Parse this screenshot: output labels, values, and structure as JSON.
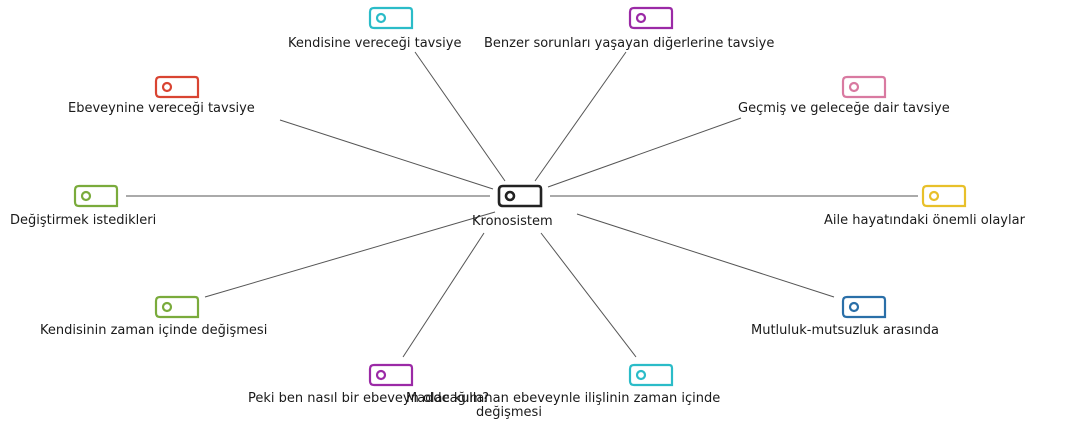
{
  "center": {
    "label": "Kronosistem",
    "color": "#222222"
  },
  "nodes": [
    {
      "id": "kendisine",
      "label": "Kendisine vereceği tavsiye",
      "color": "#2bbcc8"
    },
    {
      "id": "benzer",
      "label": "Benzer sorunları yaşayan diğerlerine tavsiye",
      "color": "#9b2aa6"
    },
    {
      "id": "ebeveynine",
      "label": "Ebeveynine vereceği tavsiye",
      "color": "#d94432"
    },
    {
      "id": "gecmis",
      "label": "Geçmiş ve geleceğe dair  tavsiye",
      "color": "#d97aa1"
    },
    {
      "id": "degistirmek",
      "label": "Değiştirmek istedikleri",
      "color": "#7aab3c"
    },
    {
      "id": "aile",
      "label": "Aile hayatındaki önemli olaylar",
      "color": "#e8c02a"
    },
    {
      "id": "kendisinin",
      "label": "Kendisinin zaman içinde değişmesi",
      "color": "#7aab3c"
    },
    {
      "id": "mutluluk",
      "label": "Mutluluk-mutsuzluk arasında",
      "color": "#2a6fa8"
    },
    {
      "id": "peki",
      "label": "Peki ben nasıl bir ebeveyn olacağım?",
      "color": "#9b2aa6"
    },
    {
      "id": "madde",
      "label": "Madde kullanan ebeveynle ilişlinin zaman içinde",
      "label2": "değişmesi",
      "color": "#2bbcc8"
    }
  ]
}
